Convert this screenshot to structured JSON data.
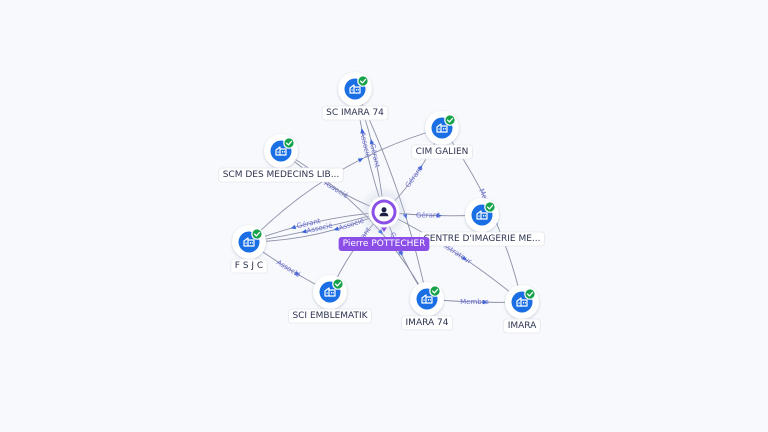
{
  "graph": {
    "center": {
      "name": "Pierre POTTECHER",
      "icon": "person-icon"
    },
    "companies": [
      {
        "id": "sc-imara-74",
        "name": "SC IMARA 74",
        "icon": "building-icon",
        "verified": true
      },
      {
        "id": "cim-galien",
        "name": "CIM GALIEN",
        "icon": "building-icon",
        "verified": true
      },
      {
        "id": "scm-des-medecins",
        "name": "SCM DES MEDECINS LIB...",
        "icon": "building-icon",
        "verified": true
      },
      {
        "id": "centre-imagerie",
        "name": "CENTRE D'IMAGERIE ME...",
        "icon": "building-icon",
        "verified": true
      },
      {
        "id": "fsjc",
        "name": "F S J C",
        "icon": "building-icon",
        "verified": true
      },
      {
        "id": "sci-emblematik",
        "name": "SCI EMBLEMATIK",
        "icon": "building-icon",
        "verified": true
      },
      {
        "id": "imara-74",
        "name": "IMARA 74",
        "icon": "building-icon",
        "verified": true
      },
      {
        "id": "imara",
        "name": "IMARA",
        "icon": "building-icon",
        "verified": true
      }
    ],
    "links": [
      {
        "from": "center",
        "to": "sc-imara-74",
        "label": "Gérant"
      },
      {
        "from": "center",
        "to": "sc-imara-74",
        "label": "Associé"
      },
      {
        "from": "center",
        "to": "cim-galien",
        "label": "Gérant"
      },
      {
        "from": "center",
        "to": "scm-des-medecins",
        "label": "Gérant Associé"
      },
      {
        "from": "center",
        "to": "centre-imagerie",
        "label": "Gérant"
      },
      {
        "from": "center",
        "to": "fsjc",
        "label": "Gérant"
      },
      {
        "from": "center",
        "to": "fsjc",
        "label": "Associé"
      },
      {
        "from": "center",
        "to": "fsjc",
        "label": "Associé"
      },
      {
        "from": "center",
        "to": "sci-emblematik",
        "label": "Gérant"
      },
      {
        "from": "center",
        "to": "imara-74",
        "label": "Gérant"
      },
      {
        "from": "center",
        "to": "imara",
        "label": "Administrateur"
      },
      {
        "from": "fsjc",
        "to": "sci-emblematik",
        "label": "Associé"
      },
      {
        "from": "imara-74",
        "to": "imara",
        "label": "Membre"
      },
      {
        "from": "cim-galien",
        "to": "imara",
        "label": "Membre"
      },
      {
        "from": "sc-imara-74",
        "to": "imara-74",
        "label": ""
      },
      {
        "from": "scm-des-medecins",
        "to": "imara-74",
        "label": ""
      },
      {
        "from": "fsjc",
        "to": "cim-galien",
        "label": ""
      }
    ],
    "colors": {
      "node_blue": "#1b6fe4",
      "verified_green": "#15a34a",
      "person_purple": "#8b4fe8",
      "edge_gray": "#8a8fa6",
      "edge_label": "#6d6fd1",
      "arrow_blue": "#3a63d8"
    }
  }
}
